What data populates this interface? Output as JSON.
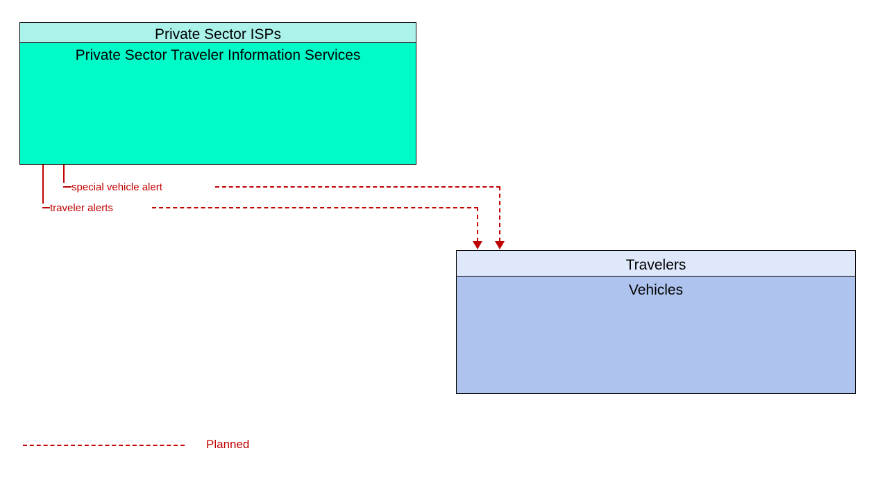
{
  "diagram": {
    "nodes": [
      {
        "id": "private-sector-isps",
        "header": "Private Sector ISPs",
        "body": "Private Sector Traveler Information Services",
        "header_color": "#AAF2EA",
        "body_color": "#00FAC8",
        "border_color": "#000000"
      },
      {
        "id": "travelers-vehicles",
        "header": "Travelers",
        "body": "Vehicles",
        "header_color": "#DEE8FA",
        "body_color": "#AEC4EE",
        "border_color": "#000000"
      }
    ],
    "flows": [
      {
        "id": "special-vehicle-alert",
        "label": "special vehicle alert",
        "from": "private-sector-isps",
        "to": "travelers-vehicles",
        "style": "dashed",
        "color": "#C00000"
      },
      {
        "id": "traveler-alerts",
        "label": "traveler alerts",
        "from": "private-sector-isps",
        "to": "travelers-vehicles",
        "style": "dashed",
        "color": "#C00000"
      }
    ],
    "legend": {
      "label": "Planned",
      "style": "dashed",
      "color": "#C00000"
    }
  }
}
